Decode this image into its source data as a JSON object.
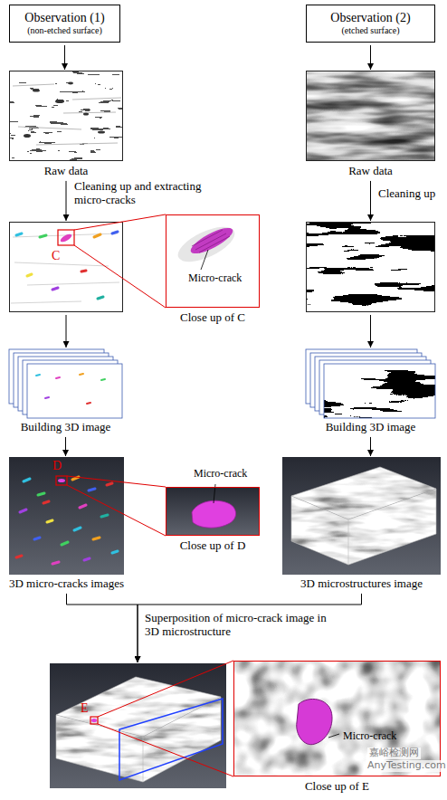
{
  "diagram": {
    "nodes": [
      {
        "text": [
          "Observation (1)",
          "(non-etched surface)"
        ]
      },
      {
        "text": [
          "Observation (2)",
          "(etched surface)"
        ]
      },
      {
        "text": [
          "Raw data"
        ]
      },
      {
        "text": [
          "Raw data"
        ]
      },
      {
        "text": [
          "C"
        ]
      },
      {
        "text": [
          "Micro-crack",
          "Close up of C"
        ]
      },
      {
        "text": []
      },
      {
        "text": [
          "Building 3D image"
        ]
      },
      {
        "text": [
          "Building 3D image"
        ]
      },
      {
        "text": [
          "D",
          "3D micro-cracks images"
        ]
      },
      {
        "text": [
          "Micro-crack",
          "Close up of D"
        ]
      },
      {
        "text": [
          "3D microstructures image"
        ]
      },
      {
        "text": [
          "E"
        ]
      },
      {
        "text": [
          "Micro-crack",
          "Close up of E"
        ]
      }
    ],
    "edges": [
      {
        "from": 0,
        "to": 2,
        "arrow": "to"
      },
      {
        "from": 1,
        "to": 3,
        "arrow": "to"
      },
      {
        "from": 2,
        "to": 4,
        "arrow": "to",
        "label": "Cleaning up and extracting micro-cracks"
      },
      {
        "from": 3,
        "to": 6,
        "arrow": "to",
        "label": "Cleaning up"
      },
      {
        "from": 4,
        "to": 5,
        "arrow": "none"
      },
      {
        "from": 4,
        "to": 7,
        "arrow": "to"
      },
      {
        "from": 6,
        "to": 8,
        "arrow": "to"
      },
      {
        "from": 7,
        "to": 9,
        "arrow": "to"
      },
      {
        "from": 8,
        "to": 11,
        "arrow": "to"
      },
      {
        "from": 9,
        "to": 10,
        "arrow": "none"
      },
      {
        "from": 9,
        "to": 12,
        "arrow": "to",
        "label": "Superposition of micro-crack image in 3D microstructure"
      },
      {
        "from": 11,
        "to": 12,
        "arrow": "to"
      },
      {
        "from": 12,
        "to": 13,
        "arrow": "none"
      }
    ],
    "labels": [
      "嘉峪检测网",
      "AnyTesting.com"
    ]
  }
}
